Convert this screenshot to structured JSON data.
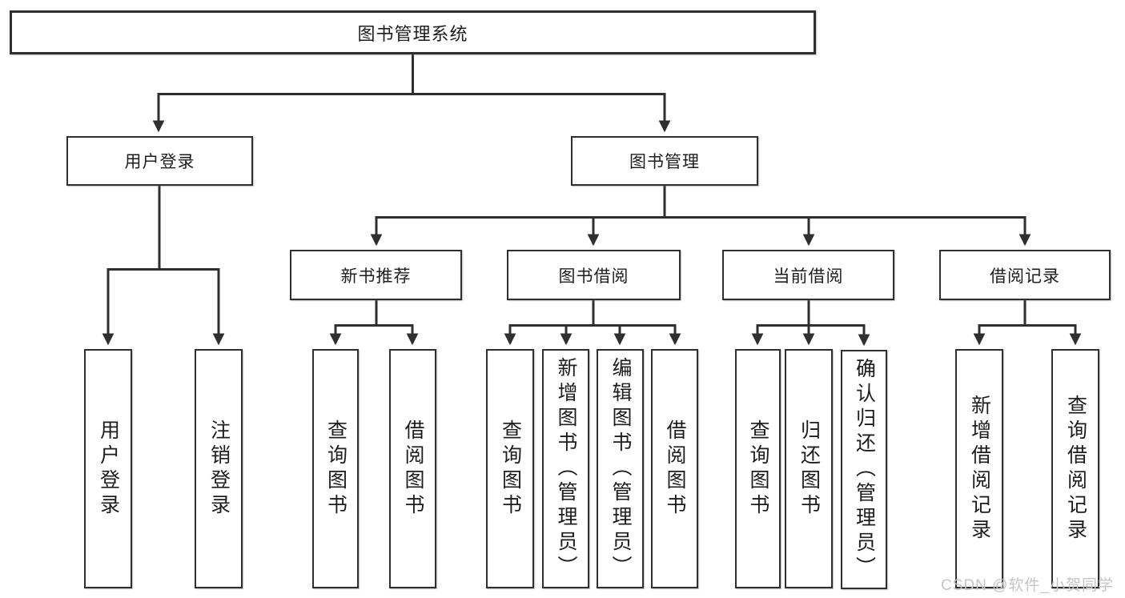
{
  "tree": {
    "root": {
      "label": "图书管理系统"
    },
    "branches": [
      {
        "label": "用户登录",
        "children": [
          {
            "label": "用户登录"
          },
          {
            "label": "注销登录"
          }
        ]
      },
      {
        "label": "图书管理",
        "children": [
          {
            "label": "新书推荐",
            "children": [
              {
                "label": "查询图书"
              },
              {
                "label": "借阅图书"
              }
            ]
          },
          {
            "label": "图书借阅",
            "children": [
              {
                "label": "查询图书"
              },
              {
                "label": "新增图书（管理员）"
              },
              {
                "label": "编辑图书（管理员）"
              },
              {
                "label": "借阅图书"
              }
            ]
          },
          {
            "label": "当前借阅",
            "children": [
              {
                "label": "查询图书"
              },
              {
                "label": "归还图书"
              },
              {
                "label": "确认归还（管理员）"
              }
            ]
          },
          {
            "label": "借阅记录",
            "children": [
              {
                "label": "新增借阅记录"
              },
              {
                "label": "查询借阅记录"
              }
            ]
          }
        ]
      }
    ]
  },
  "watermark": {
    "text": "CSDN @软件_小贺同学"
  },
  "colors": {
    "line": "#2f2f2f",
    "node_border": "#2f2f2f",
    "text": "#1d1d1d",
    "watermark": "#c5c5c5",
    "background": "#ffffff"
  }
}
